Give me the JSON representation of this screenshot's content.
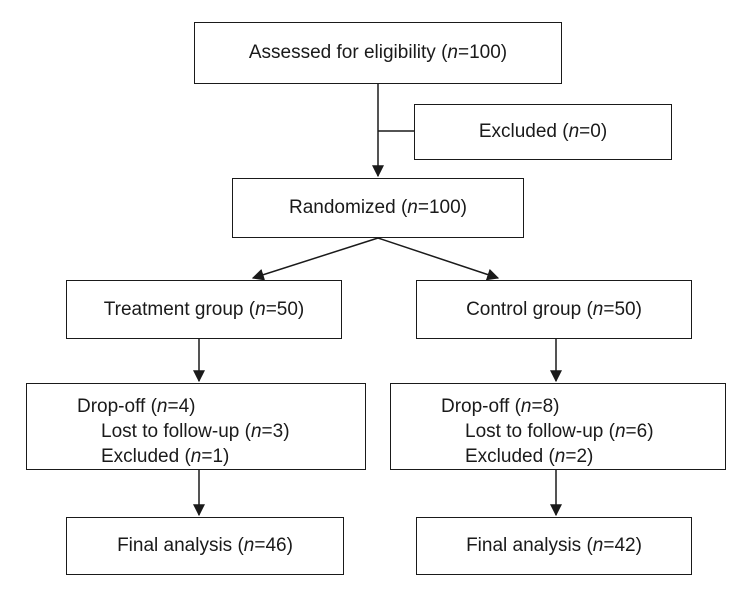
{
  "assessed": {
    "label": "Assessed for eligibility (",
    "n": "n",
    "value": "=100)"
  },
  "excluded": {
    "label": "Excluded (",
    "n": "n",
    "value": "=0)"
  },
  "randomized": {
    "label": "Randomized (",
    "n": "n",
    "value": "=100)"
  },
  "treatment": {
    "group": {
      "label": "Treatment group (",
      "n": "n",
      "value": "=50)"
    },
    "dropoff": {
      "label": "Drop-off (",
      "n": "n",
      "value": "=4)"
    },
    "lost": {
      "label": "Lost to follow-up (",
      "n": "n",
      "value": "=3)"
    },
    "excluded": {
      "label": "Excluded (",
      "n": "n",
      "value": "=1)"
    },
    "final": {
      "label": "Final analysis (",
      "n": "n",
      "value": "=46)"
    }
  },
  "control": {
    "group": {
      "label": "Control group (",
      "n": "n",
      "value": "=50)"
    },
    "dropoff": {
      "label": "Drop-off (",
      "n": "n",
      "value": "=8)"
    },
    "lost": {
      "label": "Lost to follow-up (",
      "n": "n",
      "value": "=6)"
    },
    "excluded": {
      "label": "Excluded (",
      "n": "n",
      "value": "=2)"
    },
    "final": {
      "label": "Final analysis (",
      "n": "n",
      "value": "=42)"
    }
  }
}
